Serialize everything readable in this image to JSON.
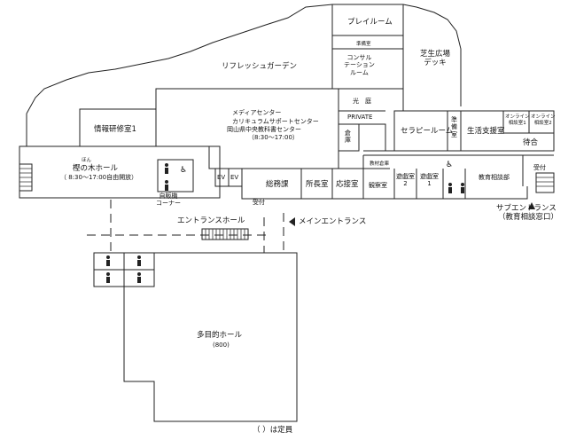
{
  "rooms": {
    "play_room": "プレイルーム",
    "refresh_garden": "リフレッシュガーデン",
    "prep_room_top": "準備室",
    "consult_room": [
      "コンサル",
      "テーション",
      "ルーム"
    ],
    "lawn_deck": [
      "芝生広場",
      "デッキ"
    ],
    "light_court": "光　庭",
    "private": "PRIVATE",
    "warehouse": [
      "倉",
      "庫"
    ],
    "media_center": "メディアセンター",
    "curriculum_center": "カリキュラムサポートセンター",
    "textbook_center": "岡山県中央教科書センター",
    "media_hours": "（8:30～17:00）",
    "info_training": "情報研修室1",
    "tree_hall_ruby": "ほん",
    "tree_hall": "樫の木ホール",
    "tree_hall_hours": "（ 8:30～17:00自由開放）",
    "vending": [
      "自販機",
      "コーナー"
    ],
    "ev1": "EV",
    "ev2": "EV",
    "general_affairs": "総務課",
    "director": "所長室",
    "reception_room": "応接室",
    "front_desk": "受付",
    "therapy_room": "セラピールーム",
    "prep_room_right": [
      "準",
      "備",
      "室"
    ],
    "life_support": "生活支援室",
    "online1": [
      "オンライン",
      "相談室1"
    ],
    "online2": [
      "オンライン",
      "相談室2"
    ],
    "waiting": "待合",
    "storage_badge": "教材倉庫",
    "observation": "観察室",
    "play_room2": [
      "遊戯室",
      "2"
    ],
    "play_room1": [
      "遊戯室",
      "1"
    ],
    "education_support": "教育相談部",
    "front_desk_right": "受付",
    "entrance_hall": "エントランスホール",
    "main_entrance": "メインエントランス",
    "sub_entrance": "サブエントランス",
    "sub_entrance_note": "（教育相談窓口）",
    "multi_hall": "多目的ホール",
    "multi_hall_cap": "(800)",
    "footnote": "（  ）は定員"
  },
  "colors": {
    "line": "#222222",
    "fill": "#ffffff",
    "stairs": "#333333"
  }
}
